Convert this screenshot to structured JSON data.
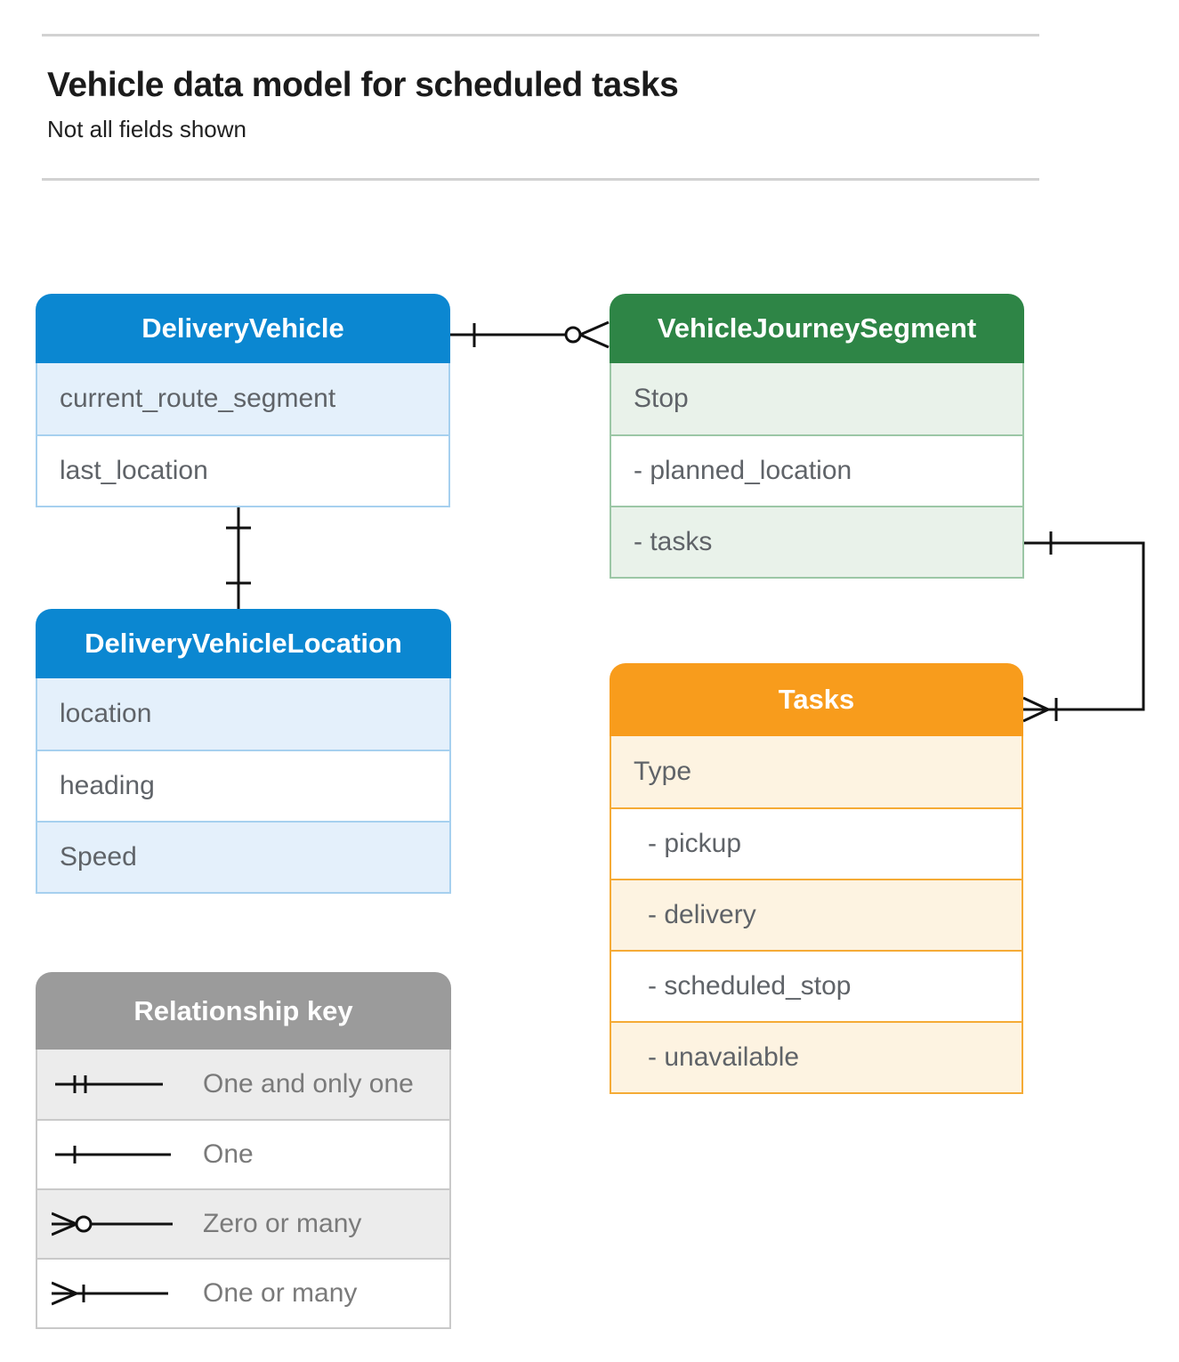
{
  "page": {
    "title": "Vehicle data model for scheduled tasks",
    "subtitle": "Not all fields shown"
  },
  "entities": {
    "delivery_vehicle": {
      "title": "DeliveryVehicle",
      "fields": [
        "current_route_segment",
        "last_location"
      ]
    },
    "vehicle_journey_segment": {
      "title": "VehicleJourneySegment",
      "fields": [
        "Stop",
        "- planned_location",
        "- tasks"
      ]
    },
    "delivery_vehicle_location": {
      "title": "DeliveryVehicleLocation",
      "fields": [
        "location",
        "heading",
        "Speed"
      ]
    },
    "tasks": {
      "title": "Tasks",
      "fields": [
        "Type",
        "- pickup",
        "- delivery",
        "- scheduled_stop",
        "- unavailable"
      ]
    }
  },
  "relationships": [
    {
      "from": "DeliveryVehicle",
      "to": "VehicleJourneySegment",
      "from_cardinality": "one",
      "to_cardinality": "zero-or-many"
    },
    {
      "from": "DeliveryVehicle",
      "to": "DeliveryVehicleLocation",
      "from_cardinality": "one",
      "to_cardinality": "one"
    },
    {
      "from": "VehicleJourneySegment.tasks",
      "to": "Tasks",
      "from_cardinality": "one",
      "to_cardinality": "one-or-many"
    }
  ],
  "legend": {
    "title": "Relationship key",
    "items": [
      {
        "symbol": "one-and-only-one",
        "label": "One and only one"
      },
      {
        "symbol": "one",
        "label": "One"
      },
      {
        "symbol": "zero-or-many",
        "label": "Zero or many"
      },
      {
        "symbol": "one-or-many",
        "label": "One or many"
      }
    ]
  },
  "colors": {
    "blue_header": "#0b87d1",
    "blue_tint": "#e4f0fb",
    "blue_border": "#a6d0ef",
    "green_header": "#2e8546",
    "green_tint": "#e9f2ea",
    "green_border": "#9cc7a6",
    "orange_header": "#f89c1c",
    "orange_tint": "#fdf3e1",
    "orange_border": "#f5ab36",
    "gray_header": "#9b9b9b",
    "gray_tint": "#ececec",
    "gray_border": "#c9c9c9",
    "field_text": "#5f6368",
    "legend_text": "#7a7a7a",
    "connector": "#111111"
  }
}
